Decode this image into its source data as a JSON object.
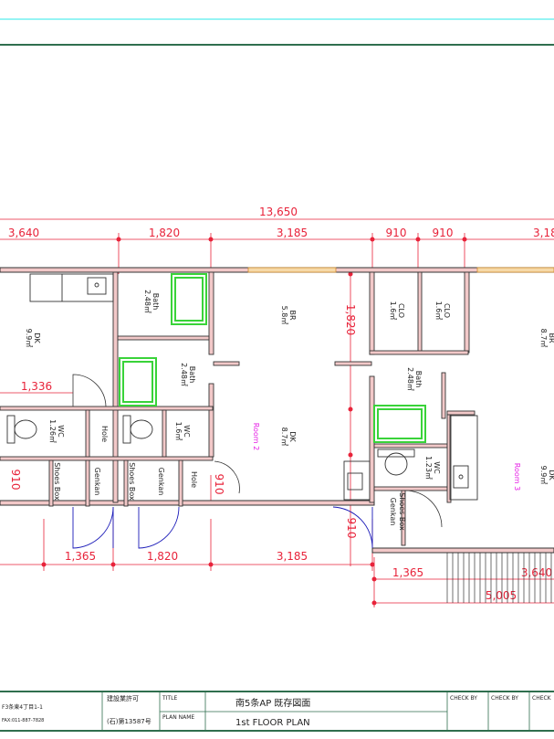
{
  "dimensions": {
    "total": "13,650",
    "top": [
      "3,640",
      "1,820",
      "3,185",
      "910",
      "910",
      "3,18"
    ],
    "bottom": [
      "1,365",
      "1,820",
      "3,185"
    ],
    "bottom_right": [
      "1,365",
      "3,640"
    ],
    "bottom_total": "5,005",
    "vertical": [
      "1,820",
      "910",
      "910"
    ],
    "small": [
      "1,336",
      "910"
    ]
  },
  "rooms": {
    "dk_left": {
      "name": "DK",
      "area": "9.9㎡"
    },
    "bath_1": {
      "name": "Bath",
      "area": "2.48㎡"
    },
    "bath_2": {
      "name": "Bath",
      "area": "2.48㎡"
    },
    "bath_3": {
      "name": "Bath",
      "area": "2.48㎡"
    },
    "br_2": {
      "name": "BR",
      "area": "5.8㎡"
    },
    "dk_2": {
      "name": "DK",
      "area": "8.7㎡"
    },
    "clo_1": {
      "name": "CLO",
      "area": "1.6㎡"
    },
    "clo_2": {
      "name": "CLO",
      "area": "1.6㎡"
    },
    "br_right": {
      "name": "BR",
      "area": "8.7㎡"
    },
    "dk_right": {
      "name": "DK",
      "area": "9.9㎡"
    },
    "wc_1": {
      "name": "WC",
      "area": "1.26㎡"
    },
    "wc_2": {
      "name": "WC",
      "area": "1.6㎡"
    },
    "wc_3": {
      "name": "WC",
      "area": "1.23㎡"
    },
    "hole_1": "Hole",
    "hole_2": "Hole",
    "shoes_1": "Shoes Box",
    "shoes_2": "Shoes Box",
    "shoes_3": "Shoes Box",
    "genkan_1": "Genkan",
    "genkan_2": "Genkan",
    "genkan_3": "Genkan"
  },
  "room_labels": {
    "room2": "Room 2",
    "room3": "Room 3"
  },
  "title_block": {
    "address": "F3条東4丁目1-1",
    "fax": "FAX:011-887-7828",
    "permit_label": "建設業許可",
    "permit_no": "(石)第13587号",
    "title_label": "TITLE",
    "title": "南5条AP 既存図面",
    "plan_name_label": "PLAN NAME",
    "plan_name": "1st  FLOOR PLAN",
    "check_by_1": "CHECK BY",
    "check_by_2": "CHECK BY",
    "check_by_3": "CHECK"
  },
  "colors": {
    "wall": "#333333",
    "wall_fill": "#f2c8c8",
    "dimension": "#e8233a",
    "wet_area": "#39d339",
    "door": "#1a1ab8",
    "room_label": "#e620e6",
    "frame": "#2f6e4e",
    "header_line": "#2ee8e8"
  }
}
